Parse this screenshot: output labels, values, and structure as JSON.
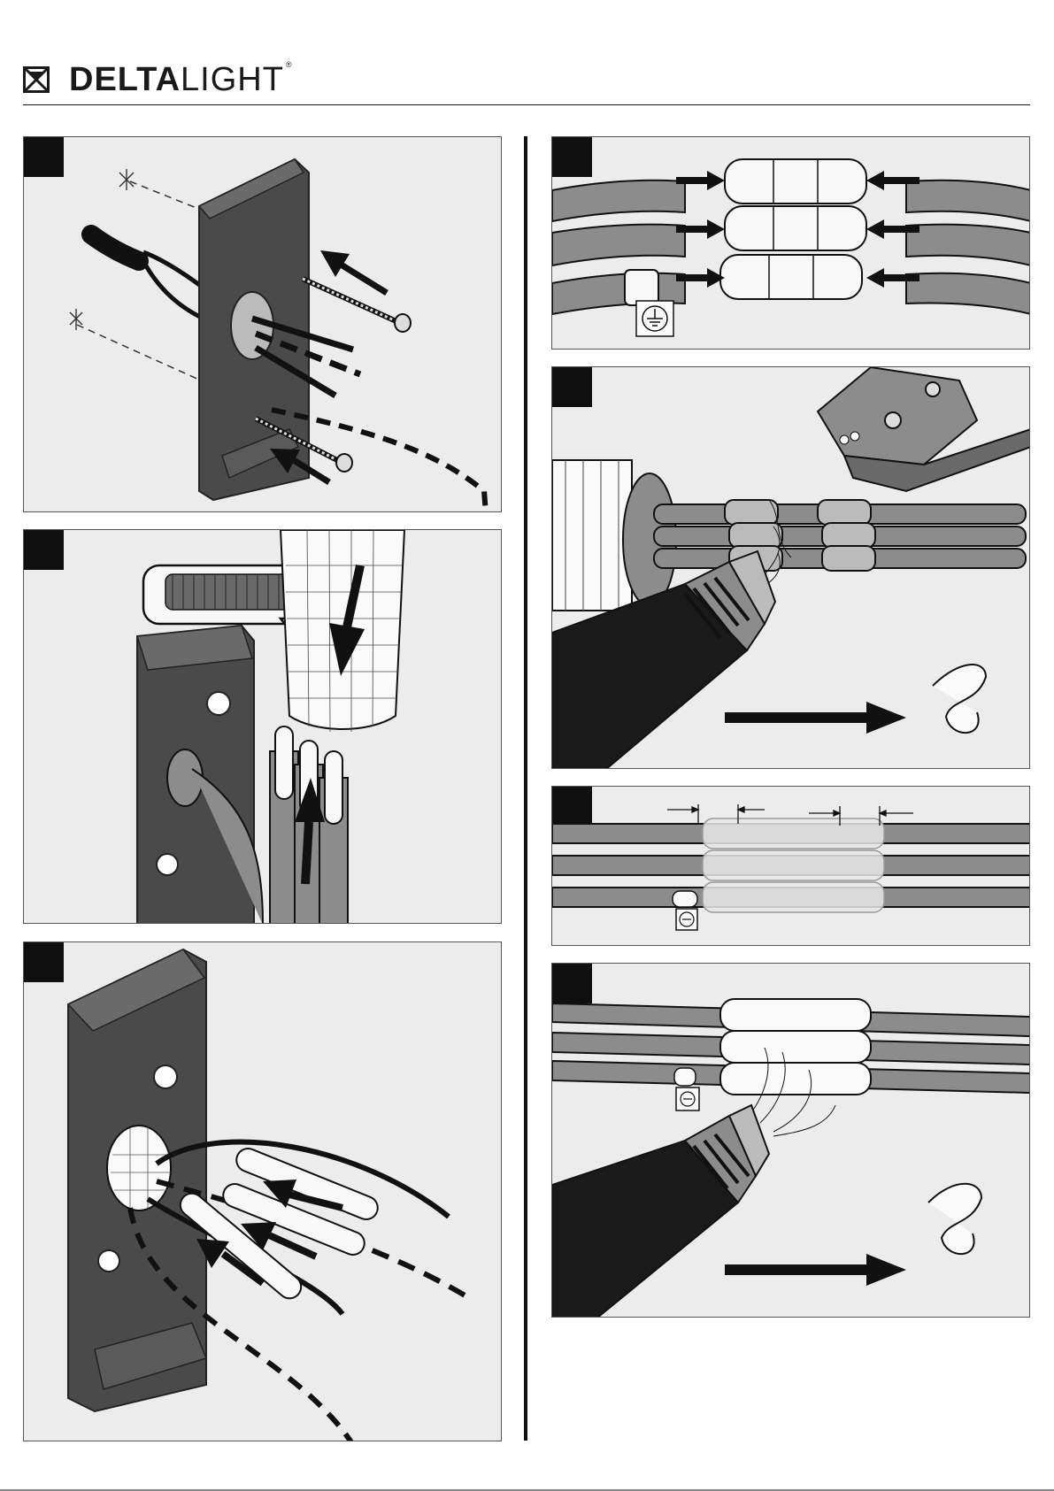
{
  "brand": {
    "name_bold": "DELTA",
    "name_light": "LIGHT",
    "registered": "®",
    "logo_icon": "hourglass-x-icon"
  },
  "colors": {
    "panel_bg": "#ececec",
    "housing": "#4a4a4a",
    "cable": "#8c8c8c",
    "badge": "#0f0f0f"
  },
  "icons": {
    "earth_symbol": "earth-ground-icon",
    "arrow": "arrow-icon",
    "heat_gun": "heat-gun-icon",
    "crimp_tool": "crimping-pliers-icon",
    "shrink_tube": "shrink-tube-icon"
  },
  "steps": [
    {
      "id": "1",
      "scene": "mount-housing-with-screws"
    },
    {
      "id": "2",
      "scene": "insert-cables-and-slide-sleeve"
    },
    {
      "id": "3",
      "scene": "fit-sleeve-and-insulate-wires"
    },
    {
      "id": "4",
      "scene": "insert-wires-into-connectors"
    },
    {
      "id": "5",
      "scene": "crimp-and-heat-shrink"
    },
    {
      "id": "6",
      "scene": "position-shrink-tubes"
    },
    {
      "id": "7",
      "scene": "heat-shrink-final"
    }
  ]
}
